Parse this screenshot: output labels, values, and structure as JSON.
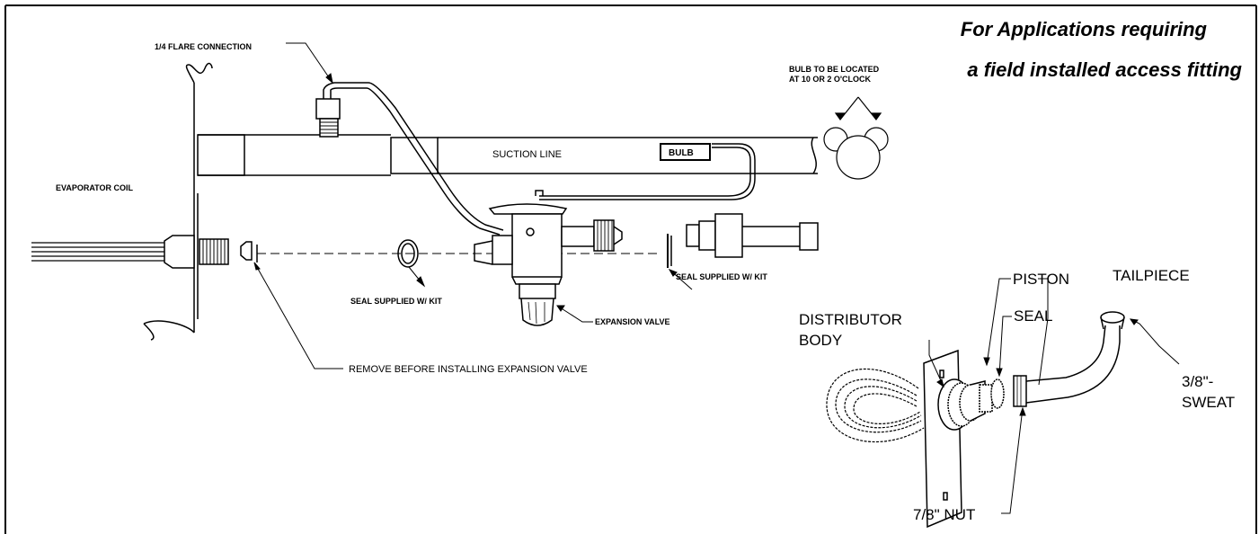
{
  "title": {
    "line1": "For Applications requiring",
    "line2": "a field installed access fitting"
  },
  "labels": {
    "flare_connection": "1/4 FLARE CONNECTION",
    "bulb_location_1": "BULB TO BE LOCATED",
    "bulb_location_2": "AT 10 OR 2 O'CLOCK",
    "suction_line": "SUCTION LINE",
    "bulb": "BULB",
    "evaporator_coil": "EVAPORATOR COIL",
    "seal_supplied_1": "SEAL SUPPLIED W/ KIT",
    "seal_supplied_2": "SEAL SUPPLIED W/ KIT",
    "expansion_valve": "EXPANSION VALVE",
    "remove_note": "REMOVE BEFORE INSTALLING EXPANSION VALVE",
    "piston": "PISTON",
    "tailpiece": "TAILPIECE",
    "seal": "SEAL",
    "distributor_line1": "DISTRIBUTOR",
    "distributor_line2": "BODY",
    "sweat_line1": "3/8\"-",
    "sweat_line2": "SWEAT",
    "nut": "7/8\" NUT"
  }
}
